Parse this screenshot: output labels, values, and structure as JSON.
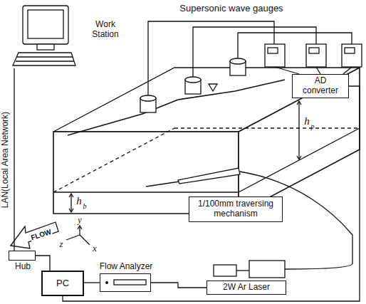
{
  "diagram": {
    "nodes": [
      {
        "text": [
          "Work Station"
        ]
      },
      {
        "text": [
          "AD converter"
        ]
      },
      {
        "text": [
          "Hub"
        ]
      },
      {
        "text": [
          "PC"
        ]
      },
      {
        "text": [
          "Flow Analyzer"
        ]
      },
      {
        "text": [
          "2W Ar Laser"
        ]
      },
      {
        "text": [
          "1/100mm traversing mechanism"
        ]
      }
    ],
    "edges": [
      {
        "from": 0,
        "to": 2,
        "arrow": "none"
      },
      {
        "from": 2,
        "to": 3,
        "arrow": "none"
      },
      {
        "from": 3,
        "to": 4,
        "arrow": "none"
      },
      {
        "from": 4,
        "to": 5,
        "arrow": "none"
      },
      {
        "from": 1,
        "to": 3,
        "arrow": "none"
      }
    ],
    "labels": [
      "Supersonic wave gauges",
      "FLOW",
      "LAN(Local Area Network)",
      "h",
      "p",
      "h",
      "b",
      "x",
      "y",
      "z"
    ]
  }
}
